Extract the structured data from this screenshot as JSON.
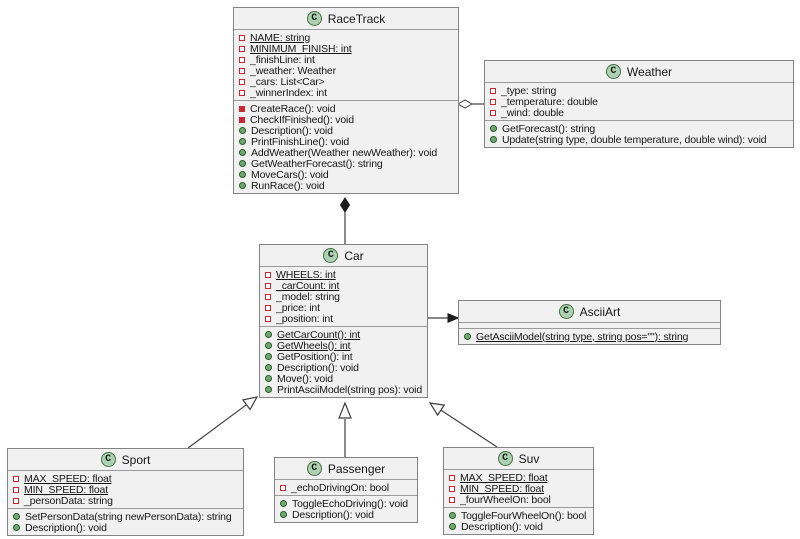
{
  "diagram_title": "Race UML class diagram",
  "colors": {
    "box_fill": "#f1f1f1",
    "box_border": "#838383",
    "relation_line": "#3f403f",
    "private_icon_red": "#c82930",
    "public_icon_green": "#71a871",
    "class_badge_green": "#add1b2"
  },
  "classes": {
    "racetrack": {
      "badge": "C",
      "name": "RaceTrack",
      "fields": [
        {
          "icon": "private-field",
          "text": "NAME: string",
          "static": true
        },
        {
          "icon": "private-field",
          "text": "MINIMUM_FINISH: int",
          "static": true
        },
        {
          "icon": "private-field",
          "text": "_finishLine: int",
          "static": false
        },
        {
          "icon": "private-field",
          "text": "_weather: Weather",
          "static": false
        },
        {
          "icon": "private-field",
          "text": "_cars: List<Car>",
          "static": false
        },
        {
          "icon": "private-field",
          "text": "_winnerIndex: int",
          "static": false
        }
      ],
      "methods": [
        {
          "icon": "private-method",
          "text": "CreateRace(): void",
          "static": false
        },
        {
          "icon": "private-method",
          "text": "CheckIfFinished(): void",
          "static": false
        },
        {
          "icon": "public-method",
          "text": "Description(): void",
          "static": false
        },
        {
          "icon": "public-method",
          "text": "PrintFinishLine(): void",
          "static": false
        },
        {
          "icon": "public-method",
          "text": "AddWeather(Weather newWeather): void",
          "static": false
        },
        {
          "icon": "public-method",
          "text": "GetWeatherForecast(): string",
          "static": false
        },
        {
          "icon": "public-method",
          "text": "MoveCars(): void",
          "static": false
        },
        {
          "icon": "public-method",
          "text": "RunRace(): void",
          "static": false
        }
      ]
    },
    "weather": {
      "badge": "C",
      "name": "Weather",
      "fields": [
        {
          "icon": "private-field",
          "text": "_type: string",
          "static": false
        },
        {
          "icon": "private-field",
          "text": "_temperature: double",
          "static": false
        },
        {
          "icon": "private-field",
          "text": "_wind: double",
          "static": false
        }
      ],
      "methods": [
        {
          "icon": "public-method",
          "text": "GetForecast(): string",
          "static": false
        },
        {
          "icon": "public-method",
          "text": "Update(string type, double temperature, double wind): void",
          "static": false
        }
      ]
    },
    "car": {
      "badge": "C",
      "name": "Car",
      "fields": [
        {
          "icon": "private-field",
          "text": "WHEELS: int",
          "static": true
        },
        {
          "icon": "private-field",
          "text": "_carCount: int",
          "static": true
        },
        {
          "icon": "private-field",
          "text": "_model: string",
          "static": false
        },
        {
          "icon": "private-field",
          "text": "_price: int",
          "static": false
        },
        {
          "icon": "private-field",
          "text": "_position: int",
          "static": false
        }
      ],
      "methods": [
        {
          "icon": "public-method",
          "text": "GetCarCount(): int",
          "static": true
        },
        {
          "icon": "public-method",
          "text": "GetWheels(): int",
          "static": true
        },
        {
          "icon": "public-method",
          "text": "GetPosition(): int",
          "static": false
        },
        {
          "icon": "public-method",
          "text": "Description(): void",
          "static": false
        },
        {
          "icon": "public-method",
          "text": "Move(): void",
          "static": false
        },
        {
          "icon": "public-method",
          "text": "PrintAsciiModel(string pos): void",
          "static": false
        }
      ]
    },
    "asciiart": {
      "badge": "C",
      "name": "AsciiArt",
      "fields": [],
      "methods": [
        {
          "icon": "public-method",
          "text": "GetAsciiModel(string type, string pos=\"\"): string",
          "static": true
        }
      ]
    },
    "sport": {
      "badge": "C",
      "name": "Sport",
      "fields": [
        {
          "icon": "private-field",
          "text": "MAX_SPEED: float",
          "static": true
        },
        {
          "icon": "private-field",
          "text": "MIN_SPEED: float",
          "static": true
        },
        {
          "icon": "private-field",
          "text": "_personData: string",
          "static": false
        }
      ],
      "methods": [
        {
          "icon": "public-method",
          "text": "SetPersonData(string newPersonData): string",
          "static": false
        },
        {
          "icon": "public-method",
          "text": "Description(): void",
          "static": false
        }
      ]
    },
    "passenger": {
      "badge": "C",
      "name": "Passenger",
      "fields": [
        {
          "icon": "private-field",
          "text": "_echoDrivingOn: bool",
          "static": false
        }
      ],
      "methods": [
        {
          "icon": "public-method",
          "text": "ToggleEchoDriving(): void",
          "static": false
        },
        {
          "icon": "public-method",
          "text": "Description(): void",
          "static": false
        }
      ]
    },
    "suv": {
      "badge": "C",
      "name": "Suv",
      "fields": [
        {
          "icon": "private-field",
          "text": "MAX_SPEED: float",
          "static": true
        },
        {
          "icon": "private-field",
          "text": "MIN_SPEED: float",
          "static": true
        },
        {
          "icon": "private-field",
          "text": "_fourWheelOn: bool",
          "static": false
        }
      ],
      "methods": [
        {
          "icon": "public-method",
          "text": "ToggleFourWheelOn(): bool",
          "static": false
        },
        {
          "icon": "public-method",
          "text": "Description(): void",
          "static": false
        }
      ]
    }
  },
  "relations": [
    {
      "from": "RaceTrack",
      "to": "Weather",
      "type": "aggregation"
    },
    {
      "from": "RaceTrack",
      "to": "Car",
      "type": "composition"
    },
    {
      "from": "Car",
      "to": "AsciiArt",
      "type": "association"
    },
    {
      "from": "Sport",
      "to": "Car",
      "type": "generalization"
    },
    {
      "from": "Passenger",
      "to": "Car",
      "type": "generalization"
    },
    {
      "from": "Suv",
      "to": "Car",
      "type": "generalization"
    }
  ]
}
